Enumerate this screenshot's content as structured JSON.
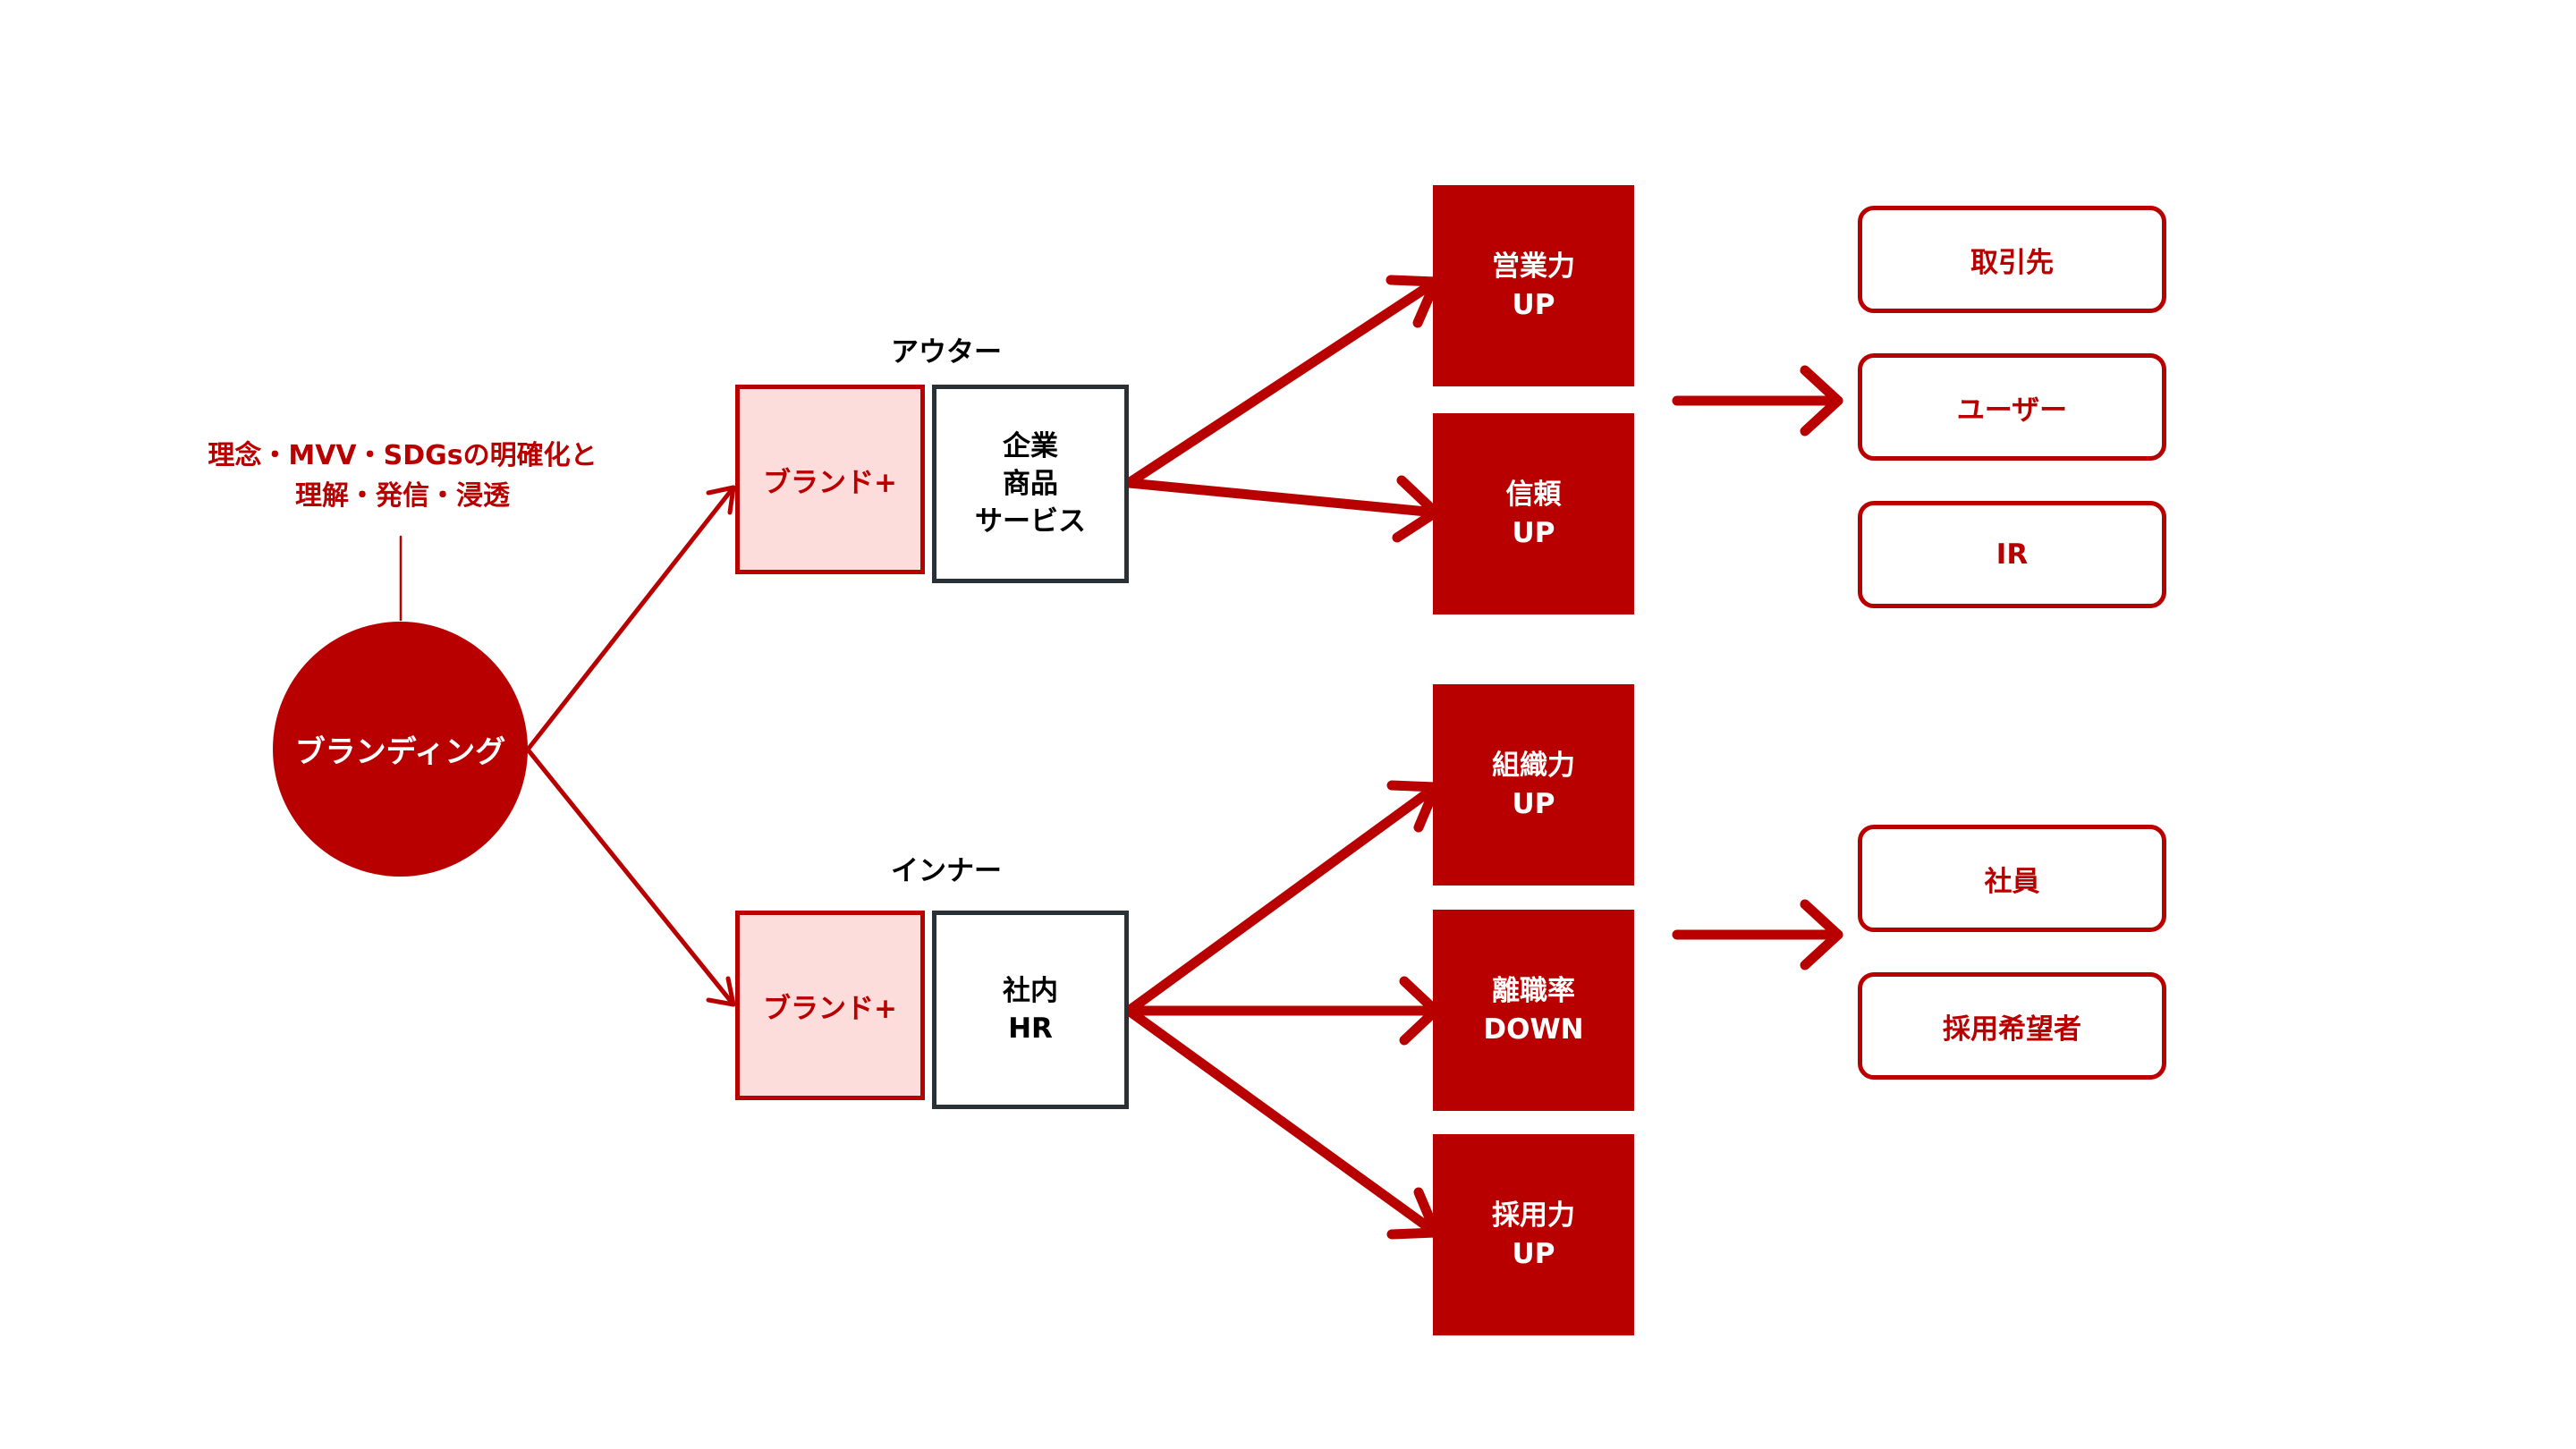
{
  "center": {
    "label": "ブランディング"
  },
  "top_note": "理念・MVV・SDGsの明確化と\n理解・発信・浸透",
  "outer": {
    "section_label": "アウター",
    "brand_label": "ブランド+",
    "detail_label": "企業\n商品\nサービス",
    "results": [
      {
        "label": "営業力\nUP"
      },
      {
        "label": "信頼\nUP"
      }
    ],
    "targets": [
      "取引先",
      "ユーザー",
      "IR"
    ]
  },
  "inner": {
    "section_label": "インナー",
    "brand_label": "ブランド+",
    "detail_label": "社内\nHR",
    "results": [
      {
        "label": "組織力\nUP"
      },
      {
        "label": "離職率\nDOWN"
      },
      {
        "label": "採用力\nUP"
      }
    ],
    "targets": [
      "社員",
      "採用希望者"
    ]
  },
  "colors": {
    "accent": "#b90000",
    "brand_fill": "#fddcdc",
    "detail_border": "#2a3136",
    "text_dark": "#000000",
    "background": "#ffffff"
  }
}
